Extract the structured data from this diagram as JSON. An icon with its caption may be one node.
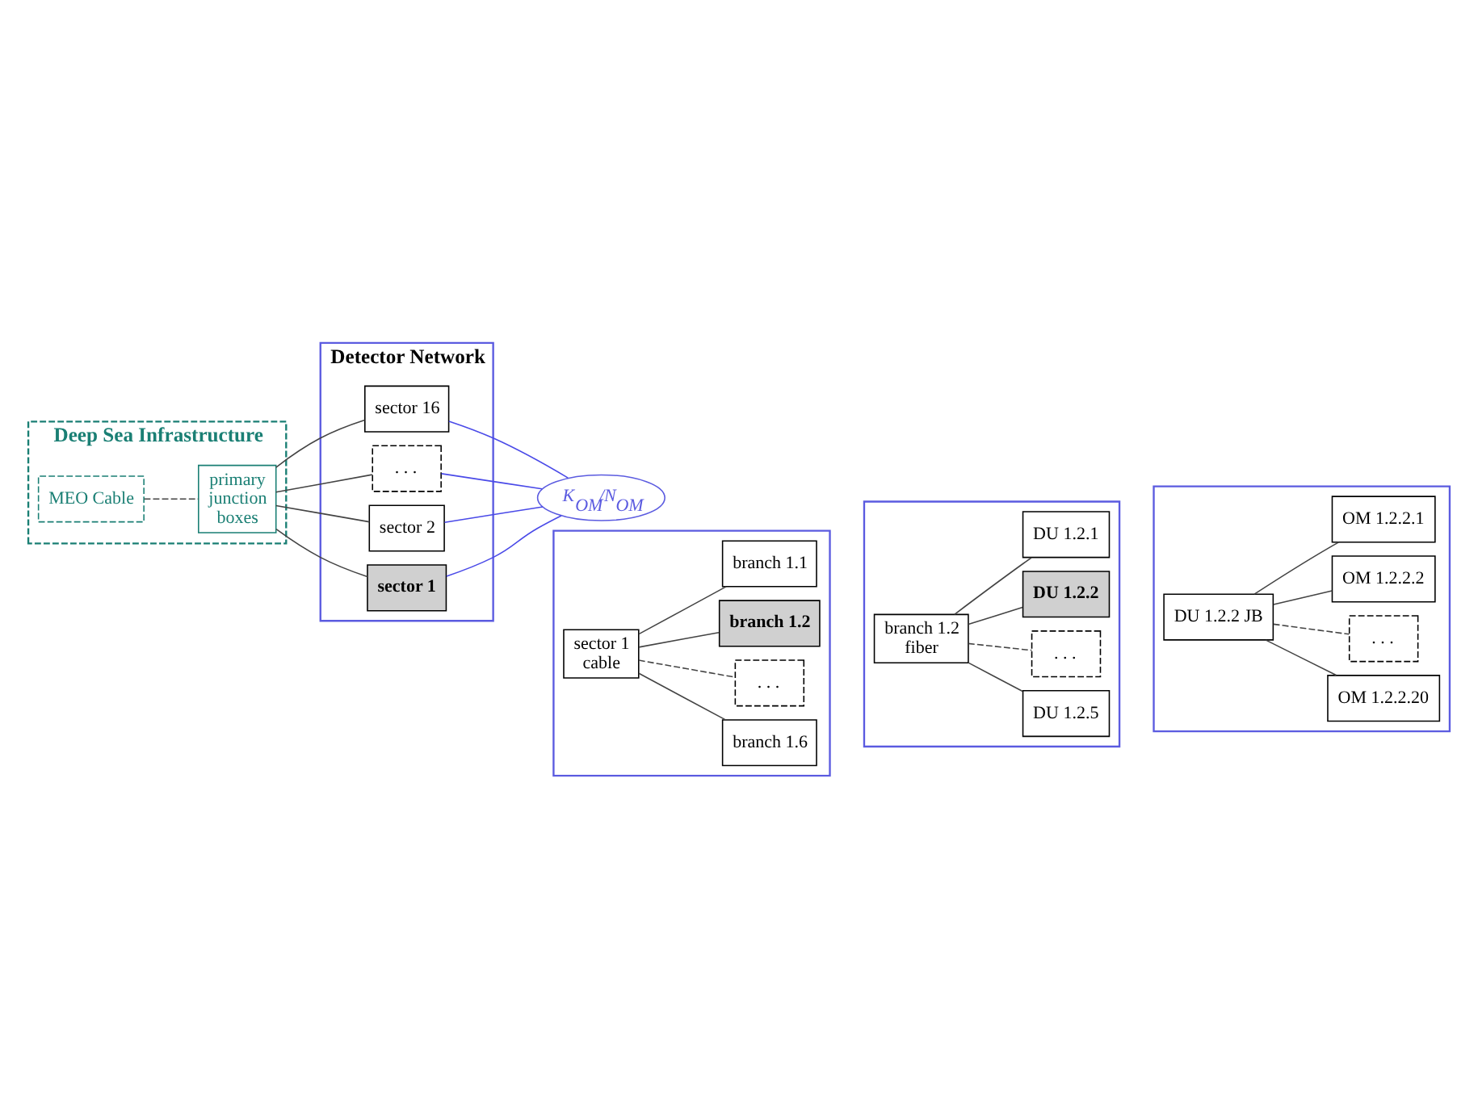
{
  "diagram": {
    "nodes": [
      {
        "text": [
          "Deep Sea Infrastructure"
        ]
      },
      {
        "text": [
          "MEO Cable"
        ],
        "in": 0
      },
      {
        "text": [
          "primary junction boxes"
        ],
        "in": 0
      },
      {
        "text": [
          "Detector Network"
        ]
      },
      {
        "text": [
          "sector 16"
        ],
        "in": 3
      },
      {
        "text": [
          ". . ."
        ],
        "in": 3
      },
      {
        "text": [
          "sector 2"
        ],
        "in": 3
      },
      {
        "text": [
          "sector 1"
        ],
        "in": 3
      },
      {
        "text": [],
        "shape": "box"
      },
      {
        "text": [
          "sector 1 cable"
        ],
        "in": 8
      },
      {
        "text": [
          "branch 1.6"
        ],
        "in": 8
      },
      {
        "text": [
          ". . ."
        ],
        "in": 8
      },
      {
        "text": [
          "branch 1.2"
        ],
        "in": 8
      },
      {
        "text": [
          "branch 1.1"
        ],
        "in": 8
      },
      {
        "text": [],
        "shape": "box"
      },
      {
        "text": [
          "branch 1.2 fiber"
        ],
        "in": 14
      },
      {
        "text": [
          "DU 1.2.5"
        ],
        "in": 14
      },
      {
        "text": [
          ". . ."
        ],
        "in": 14
      },
      {
        "text": [
          "DU 1.2.2"
        ],
        "in": 14
      },
      {
        "text": [
          "DU 1.2.1"
        ],
        "in": 14
      },
      {
        "text": [],
        "shape": "box"
      },
      {
        "text": [
          "DU 1.2.2 JB"
        ],
        "in": 20
      },
      {
        "text": [
          "OM 1.2.2.20"
        ],
        "in": 20
      },
      {
        "text": [
          ". . ."
        ],
        "in": 20
      },
      {
        "text": [
          "OM 1.2.2.2"
        ],
        "in": 20
      },
      {
        "text": [
          "OM 1.2.2.1"
        ],
        "in": 20
      },
      {
        "text": [
          "K$_{OM}$/N$_{OM}$"
        ]
      }
    ],
    "edges": [
      {
        "from": 1,
        "to": 2,
        "arrow": "none",
        "style": "dashed"
      },
      {
        "from": 2,
        "to": 4,
        "arrow": "none"
      },
      {
        "from": 2,
        "to": 5,
        "arrow": "none"
      },
      {
        "from": 2,
        "to": 6,
        "arrow": "none"
      },
      {
        "from": 2,
        "to": 7,
        "arrow": "none"
      },
      {
        "from": 4,
        "to": 26,
        "arrow": "none",
        "color": "#4a4ae8"
      },
      {
        "from": 5,
        "to": 26,
        "arrow": "none",
        "color": "#4a4ae8"
      },
      {
        "from": 6,
        "to": 26,
        "arrow": "none",
        "color": "#4a4ae8"
      },
      {
        "from": 7,
        "to": 26,
        "arrow": "none",
        "color": "#4a4ae8"
      },
      {
        "from": 9,
        "to": 10,
        "arrow": "none"
      },
      {
        "from": 9,
        "to": 11,
        "arrow": "none",
        "style": "dashed"
      },
      {
        "from": 9,
        "to": 12,
        "arrow": "none"
      },
      {
        "from": 9,
        "to": 13,
        "arrow": "none"
      },
      {
        "from": 15,
        "to": 16,
        "arrow": "none"
      },
      {
        "from": 15,
        "to": 17,
        "arrow": "none",
        "style": "dashed"
      },
      {
        "from": 15,
        "to": 18,
        "arrow": "none"
      },
      {
        "from": 15,
        "to": 19,
        "arrow": "none"
      },
      {
        "from": 21,
        "to": 22,
        "arrow": "none"
      },
      {
        "from": 21,
        "to": 23,
        "arrow": "none",
        "style": "dashed"
      },
      {
        "from": 21,
        "to": 24,
        "arrow": "none"
      },
      {
        "from": 21,
        "to": 25,
        "arrow": "none"
      }
    ]
  }
}
